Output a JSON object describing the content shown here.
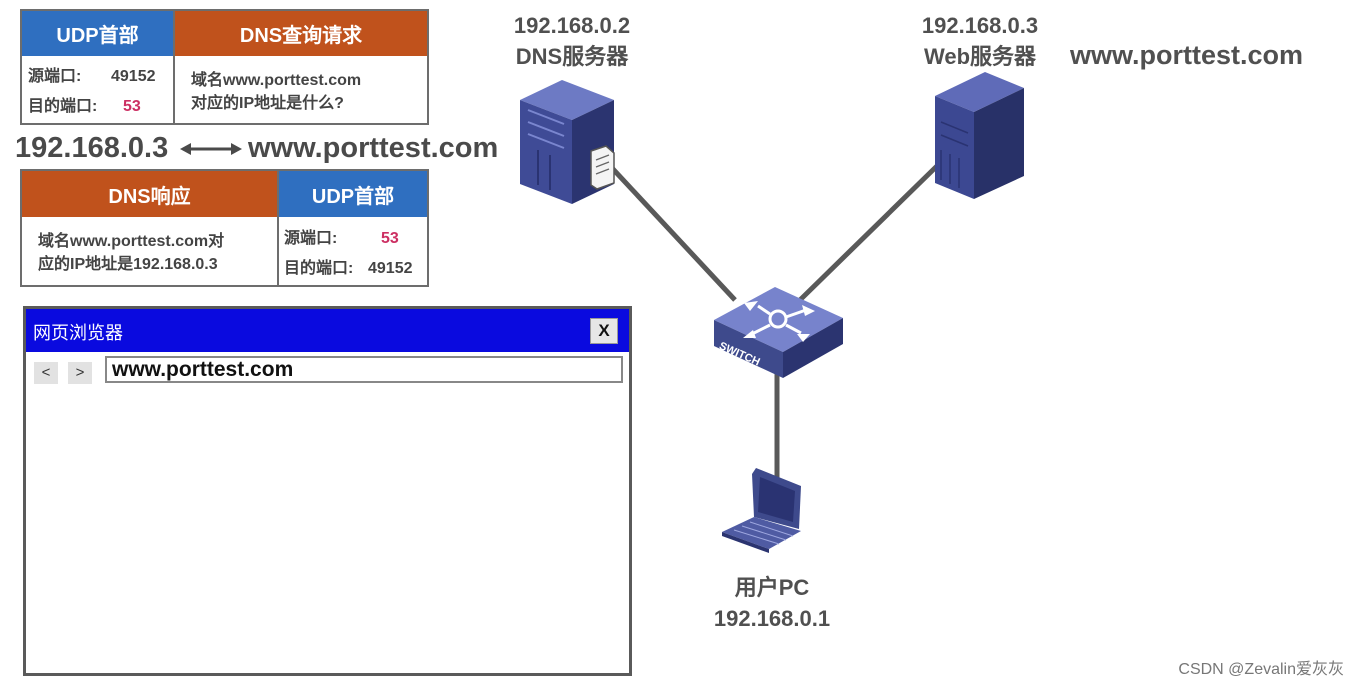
{
  "dns_query": {
    "udp_header_label": "UDP首部",
    "query_label": "DNS查询请求",
    "src_port_label": "源端口:",
    "src_port_value": "49152",
    "dst_port_label": "目的端口:",
    "dst_port_value": "53",
    "question_line1": "域名www.porttest.com",
    "question_line2": "对应的IP地址是什么?"
  },
  "mapping": {
    "ip": "192.168.0.3",
    "domain": "www.porttest.com"
  },
  "dns_response": {
    "response_label": "DNS响应",
    "udp_header_label": "UDP首部",
    "answer_line1": "域名www.porttest.com对",
    "answer_line2": "应的IP地址是192.168.0.3",
    "src_port_label": "源端口:",
    "src_port_value": "53",
    "dst_port_label": "目的端口:",
    "dst_port_value": "49152"
  },
  "browser": {
    "title": "网页浏览器",
    "close_label": "X",
    "back_label": "<",
    "forward_label": ">",
    "url": "www.porttest.com"
  },
  "nodes": {
    "dns_server": {
      "ip": "192.168.0.2",
      "name": "DNS服务器"
    },
    "web_server": {
      "ip": "192.168.0.3",
      "name": "Web服务器",
      "domain": "www.porttest.com"
    },
    "switch": {
      "label": "SWITCH"
    },
    "user_pc": {
      "name": "用户PC",
      "ip": "192.168.0.1"
    }
  },
  "watermark": "CSDN @Zevalin爱灰灰",
  "colors": {
    "udp_header": "#2f6fc0",
    "dns_message": "#c0521c",
    "port_highlight": "#cc2f62",
    "browser_titlebar": "#0a0adf",
    "device": "#3e4a8c",
    "link": "#595959"
  }
}
